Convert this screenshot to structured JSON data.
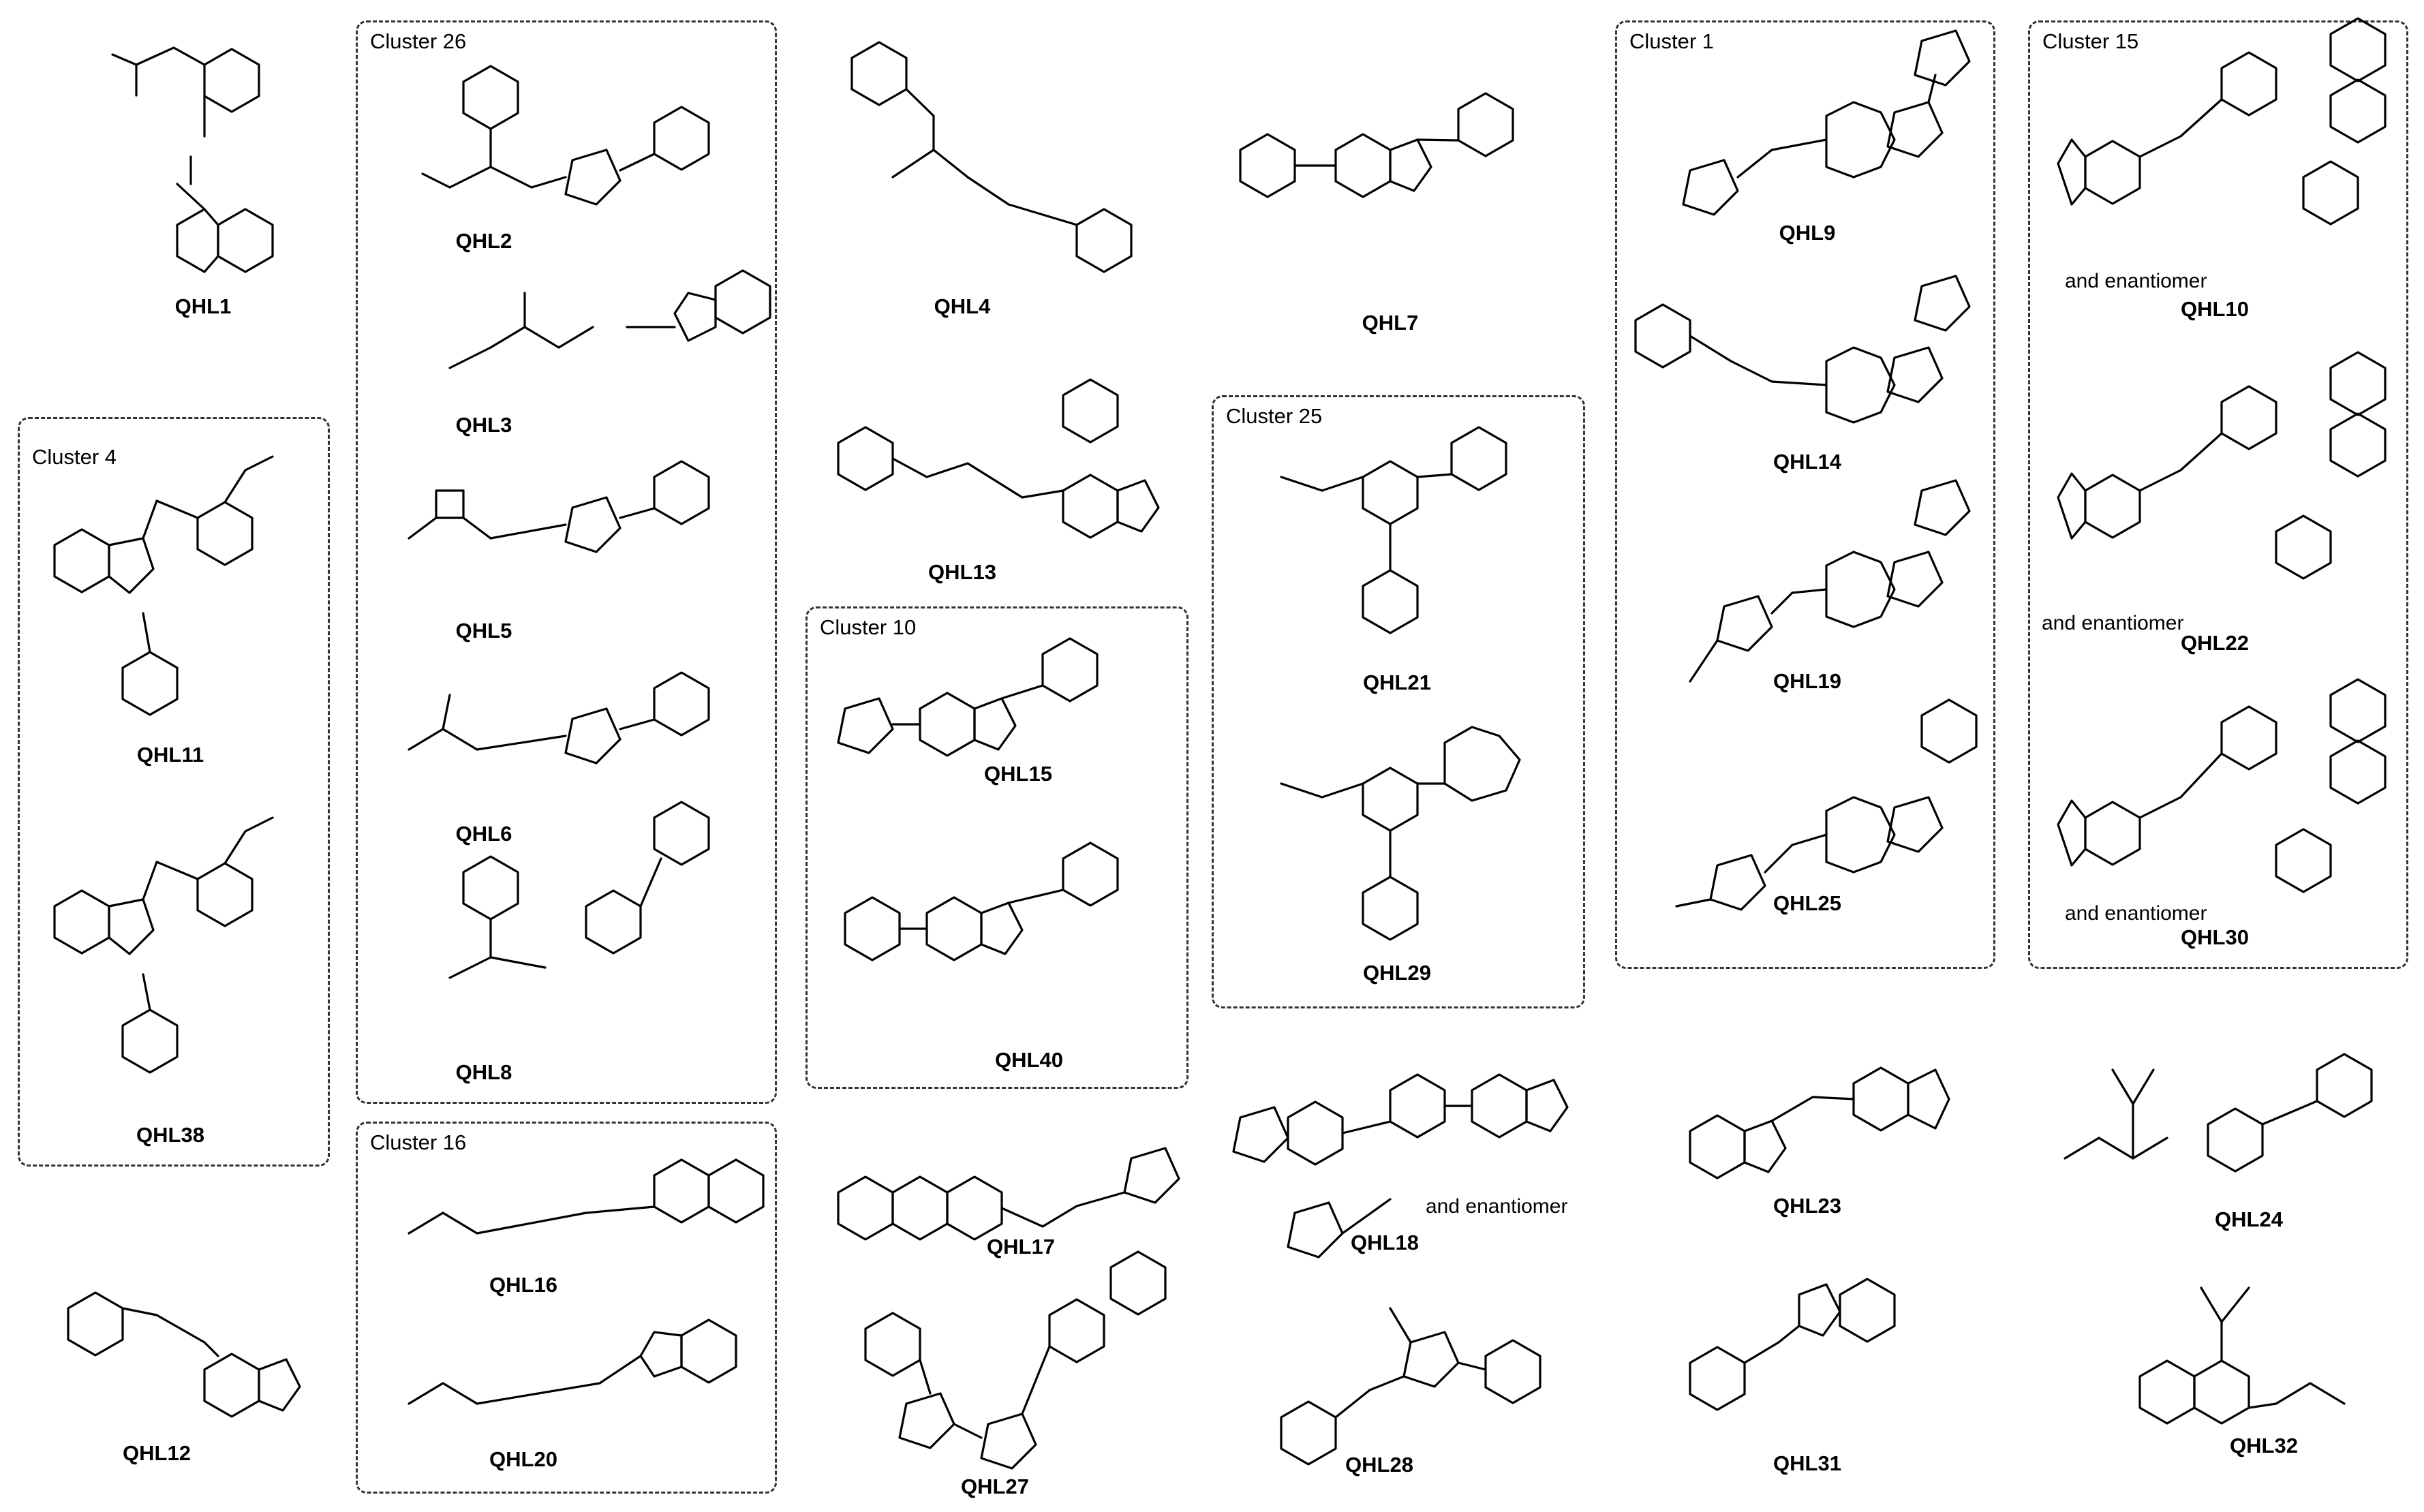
{
  "clusters": {
    "c26": "Cluster 26",
    "c4": "Cluster 4",
    "c25": "Cluster 25",
    "c10": "Cluster 10",
    "c1": "Cluster 1",
    "c15": "Cluster 15",
    "c16": "Cluster 16"
  },
  "compounds": {
    "QHL1": "QHL1",
    "QHL2": "QHL2",
    "QHL3": "QHL3",
    "QHL4": "QHL4",
    "QHL5": "QHL5",
    "QHL6": "QHL6",
    "QHL7": "QHL7",
    "QHL8": "QHL8",
    "QHL9": "QHL9",
    "QHL10": "QHL10",
    "QHL11": "QHL11",
    "QHL12": "QHL12",
    "QHL13": "QHL13",
    "QHL14": "QHL14",
    "QHL15": "QHL15",
    "QHL16": "QHL16",
    "QHL17": "QHL17",
    "QHL18": "QHL18",
    "QHL19": "QHL19",
    "QHL20": "QHL20",
    "QHL21": "QHL21",
    "QHL22": "QHL22",
    "QHL23": "QHL23",
    "QHL24": "QHL24",
    "QHL25": "QHL25",
    "QHL27": "QHL27",
    "QHL28": "QHL28",
    "QHL29": "QHL29",
    "QHL30": "QHL30",
    "QHL31": "QHL31",
    "QHL32": "QHL32",
    "QHL38": "QHL38",
    "QHL40": "QHL40"
  },
  "notes": {
    "and_enantiomer": "and enantiomer"
  }
}
